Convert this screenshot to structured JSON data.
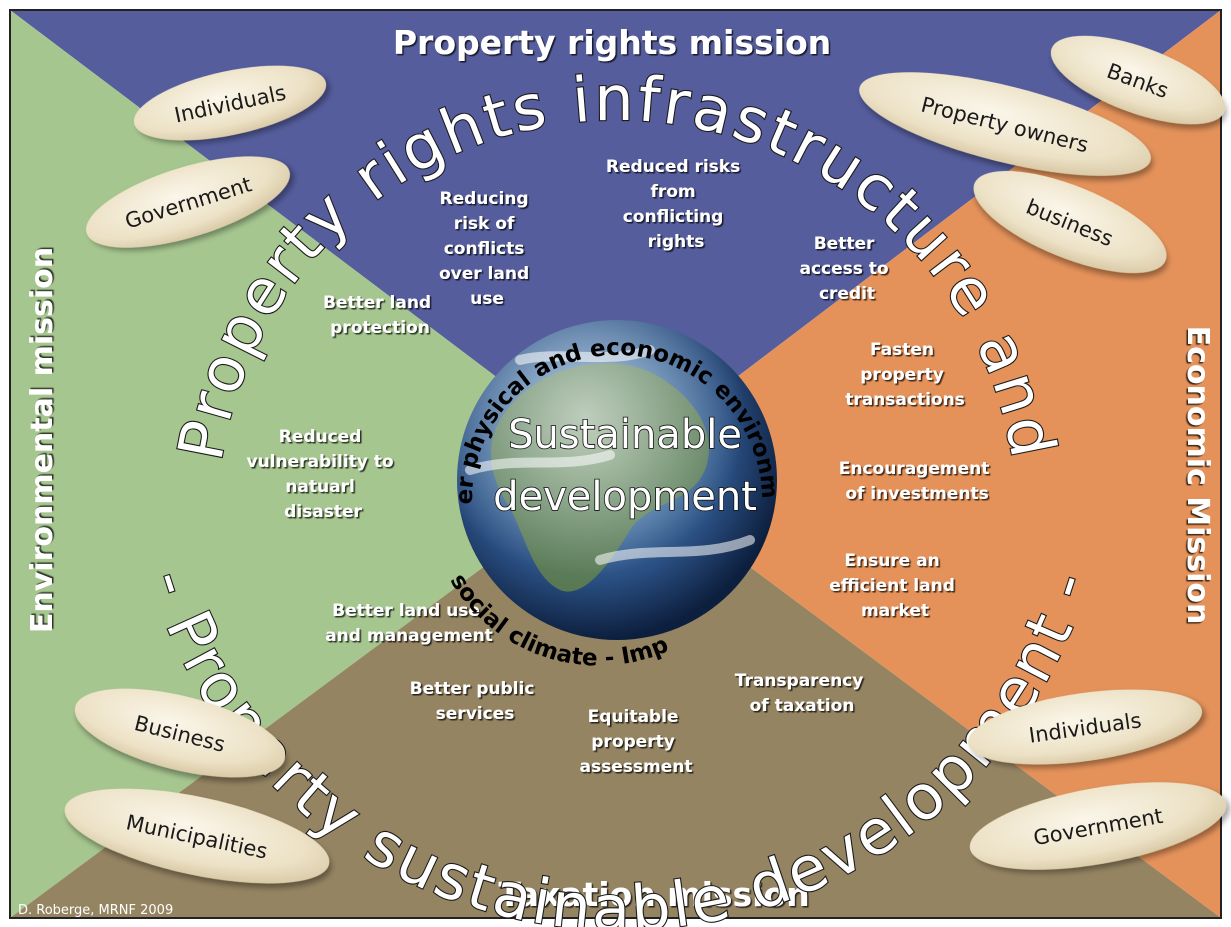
{
  "missions": {
    "top": "Property rights mission",
    "left": "Environmental mission",
    "right": "Economic Mission",
    "bottom": "Taxation mission"
  },
  "big_arc": {
    "upper": "Property rights infrastructure and",
    "lower": "- Property sustainable development -"
  },
  "inner_arc": {
    "upper": "Better physical and economic environment -",
    "lower": "social climate - Improved"
  },
  "center": {
    "line1": "Sustainable",
    "line2": "development"
  },
  "benefits": {
    "top": [
      [
        "Reducing",
        "risk of",
        "conflicts",
        "over land",
        "use"
      ],
      [
        "Reduced risks",
        "from",
        "conflicting",
        "rights"
      ],
      [
        "Better",
        "access to",
        "credit"
      ]
    ],
    "left": [
      [
        "Better land",
        "protection"
      ],
      [
        "Reduced",
        "vulnerability to",
        "natuarl",
        "disaster"
      ],
      [
        "Better land use",
        "and management"
      ]
    ],
    "right": [
      [
        "Fasten",
        "property",
        "transactions"
      ],
      [
        "Encouragement",
        "of investments"
      ],
      [
        "Ensure an",
        "efficient land",
        "market"
      ]
    ],
    "bottom": [
      [
        "Better public",
        "services"
      ],
      [
        "Equitable",
        "property",
        "assessment"
      ],
      [
        "Transparency",
        "of taxation"
      ]
    ]
  },
  "stakeholders": {
    "individuals_tl": "Individuals",
    "government_tl": "Government",
    "banks": "Banks",
    "property_owners": "Property owners",
    "business_tr": "business",
    "business_bl": "Business",
    "municipalities": "Municipalities",
    "individuals_br": "Individuals",
    "government_br": "Government"
  },
  "credit": "D. Roberge, MRNF 2009",
  "colors": {
    "top": "#555d9d",
    "left": "#a6c68f",
    "right": "#e4925a",
    "bottom": "#958462",
    "oval": "#eee4cc"
  }
}
